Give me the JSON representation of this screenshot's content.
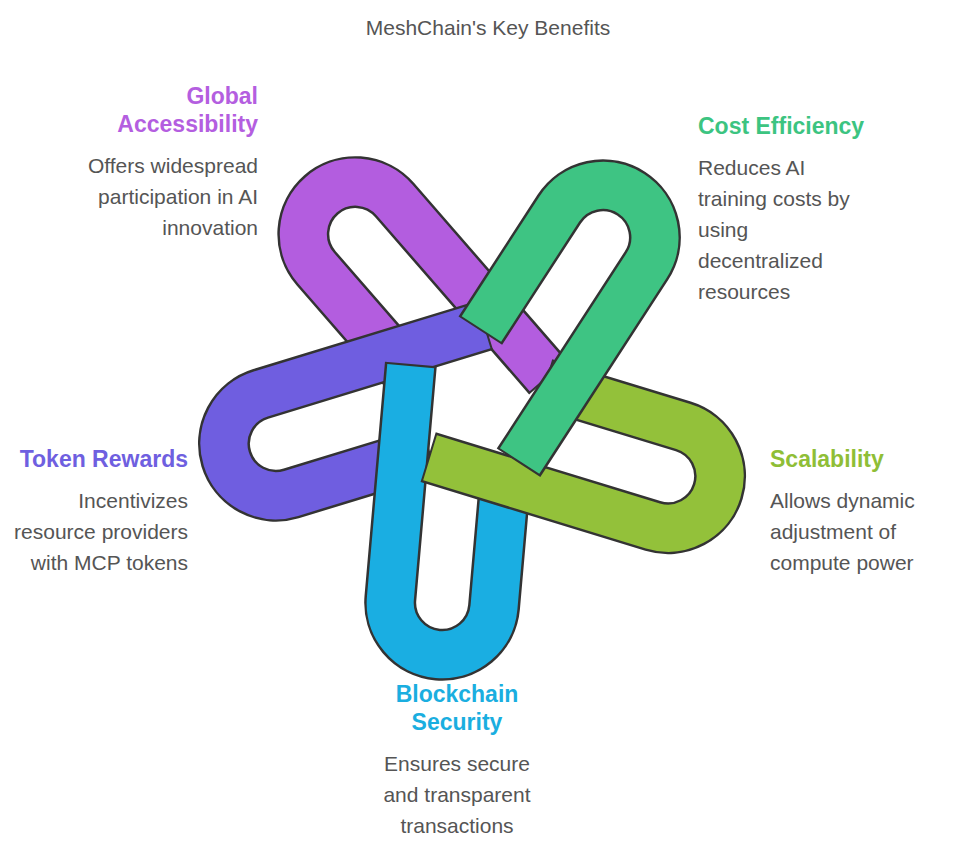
{
  "diagram": {
    "title": "MeshChain's Key Benefits",
    "nodes": [
      {
        "text": [
          "Global Accessibility",
          "Offers widespread participation in AI innovation"
        ]
      },
      {
        "text": [
          "Cost Efficiency",
          "Reduces AI training costs by using decentralized resources"
        ]
      },
      {
        "text": [
          "Token Rewards",
          "Incentivizes resource providers with MCP tokens"
        ]
      },
      {
        "text": [
          "Scalability",
          "Allows dynamic adjustment of compute power"
        ]
      },
      {
        "text": [
          "Blockchain Security",
          "Ensures secure and transparent transactions"
        ]
      }
    ]
  }
}
